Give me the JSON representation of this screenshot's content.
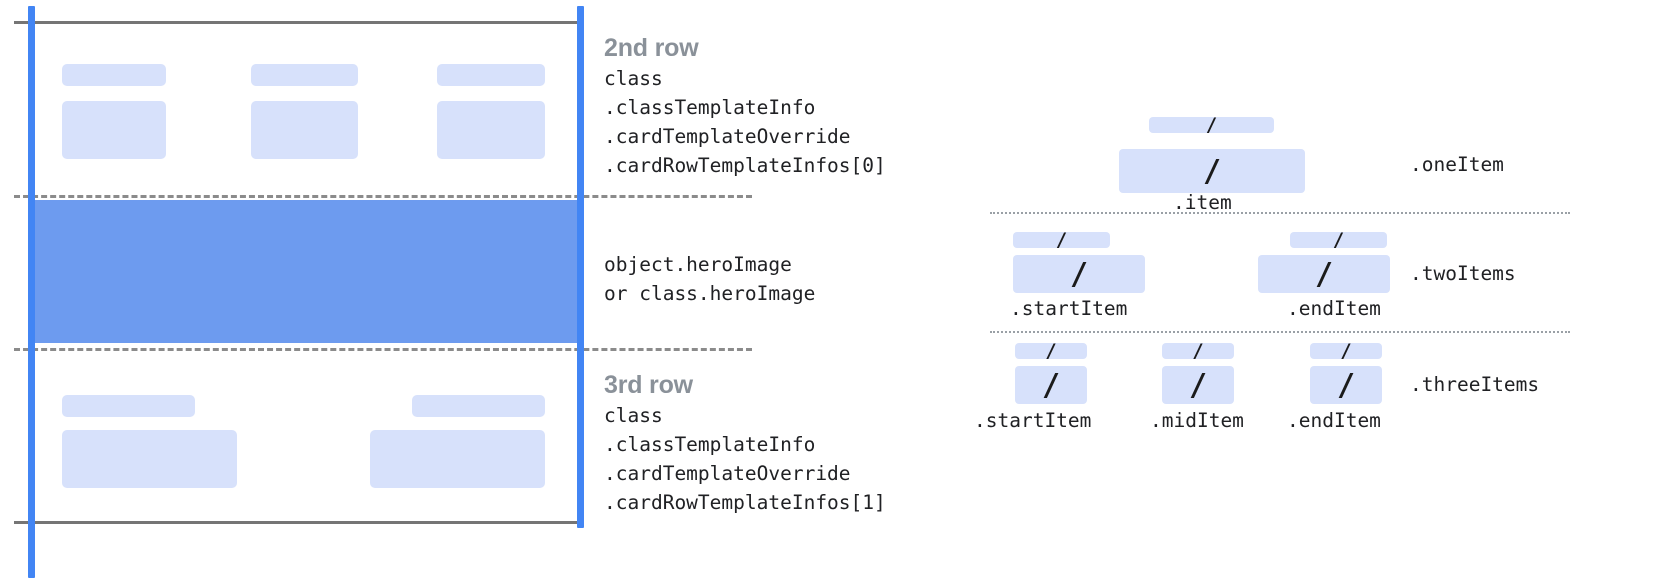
{
  "colors": {
    "guide_blue": "#4285F4",
    "hero_blue": "#6D9BEF",
    "block_light_blue": "#D7E1FB",
    "rule_gray": "#757575",
    "dash_gray": "#8b8b8b",
    "heading_gray": "#8a9199",
    "code_text": "#202124"
  },
  "card_diagram": {
    "name": "card-template-rows",
    "rows": [
      {
        "id": "row2",
        "heading": "2nd row",
        "code_lines": [
          "class",
          ".classTemplateInfo",
          ".cardTemplateOverride",
          ".cardRowTemplateInfos[0]"
        ],
        "cells": 3
      },
      {
        "id": "hero",
        "heading": "",
        "code_lines": [
          "object.heroImage",
          "or class.heroImage"
        ],
        "cells": 0
      },
      {
        "id": "row3",
        "heading": "3rd row",
        "code_lines": [
          "class",
          ".classTemplateInfo",
          ".cardTemplateOverride",
          ".cardRowTemplateInfos[1]"
        ],
        "cells": 2
      }
    ]
  },
  "item_diagram": {
    "name": "row-item-layouts",
    "groups": [
      {
        "id": "oneItem",
        "group_label": ".oneItem",
        "items": [
          {
            "label": ".item",
            "slash": "/"
          }
        ]
      },
      {
        "id": "twoItems",
        "group_label": ".twoItems",
        "items": [
          {
            "label": ".startItem",
            "slash": "/"
          },
          {
            "label": ".endItem",
            "slash": "/"
          }
        ]
      },
      {
        "id": "threeItems",
        "group_label": ".threeItems",
        "items": [
          {
            "label": ".startItem",
            "slash": "/"
          },
          {
            "label": ".midItem",
            "slash": "/"
          },
          {
            "label": ".endItem",
            "slash": "/"
          }
        ]
      }
    ]
  }
}
